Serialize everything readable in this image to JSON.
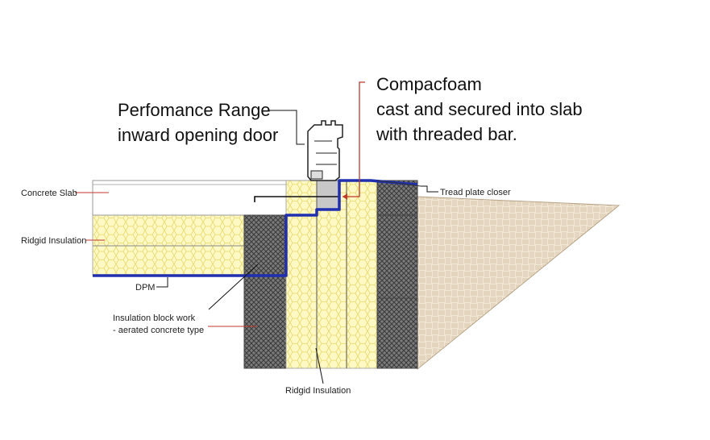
{
  "labels": {
    "door_line1": "Perfomance Range",
    "door_line2": "inward opening door",
    "compac_line1": "Compacfoam",
    "compac_line2": "cast and secured into slab",
    "compac_line3": "with threaded bar.",
    "concrete_slab": "Concrete Slab",
    "ridgid_insulation_left": "Ridgid Insulation",
    "dpm": "DPM",
    "block_line1": "Insulation block work",
    "block_line2": "- aerated concrete type",
    "ridgid_insulation_bottom": "Ridgid Insulation",
    "tread_plate": "Tread plate closer"
  },
  "colors": {
    "dpm_line": "#1f2fb0",
    "leader_red": "#c0392b",
    "insulation_fill": "#fdf8c4",
    "blockwork_fill": "#707070",
    "ground_fill": "#ede0cc"
  }
}
